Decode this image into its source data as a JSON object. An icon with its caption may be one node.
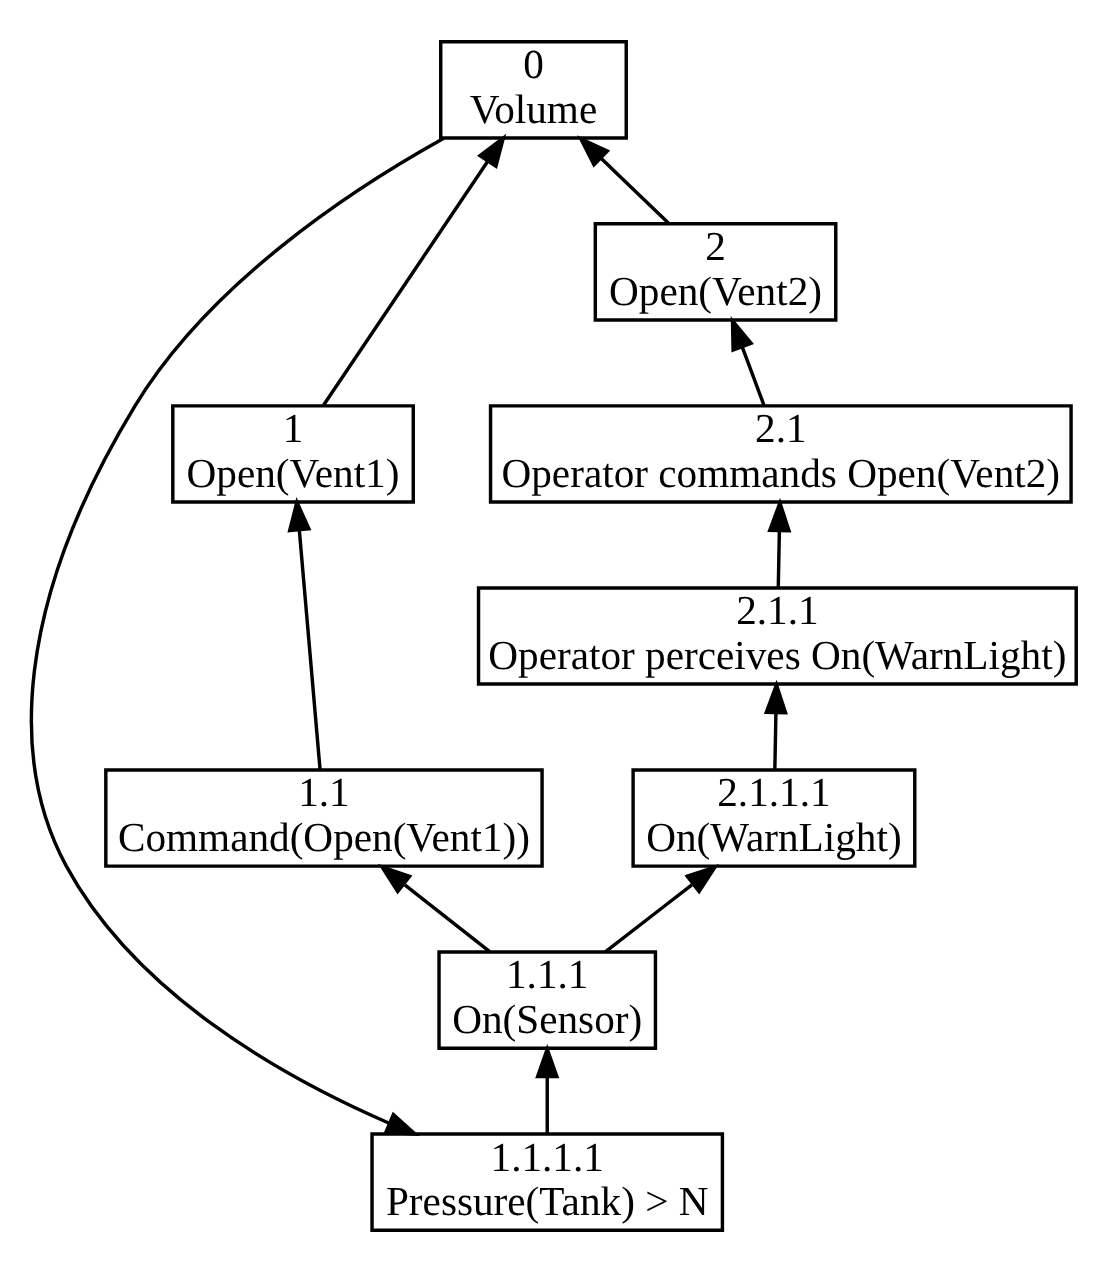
{
  "diagram": {
    "nodes": [
      {
        "text": [
          "0",
          "Volume"
        ]
      },
      {
        "text": [
          "1",
          "Open(Vent1)"
        ]
      },
      {
        "text": [
          "2",
          "Open(Vent2)"
        ]
      },
      {
        "text": [
          "2.1",
          "Operator commands Open(Vent2)"
        ]
      },
      {
        "text": [
          "1.1",
          "Command(Open(Vent1))"
        ]
      },
      {
        "text": [
          "2.1.1",
          "Operator perceives On(WarnLight)"
        ]
      },
      {
        "text": [
          "2.1.1.1",
          "On(WarnLight)"
        ]
      },
      {
        "text": [
          "1.1.1",
          "On(Sensor)"
        ]
      },
      {
        "text": [
          "1.1.1.1",
          "Pressure(Tank) > N"
        ]
      }
    ],
    "edges": [
      {
        "from": 1,
        "to": 0,
        "arrow": "to"
      },
      {
        "from": 2,
        "to": 0,
        "arrow": "to"
      },
      {
        "from": 0,
        "to": 8,
        "arrow": "to"
      },
      {
        "from": 3,
        "to": 2,
        "arrow": "to"
      },
      {
        "from": 4,
        "to": 1,
        "arrow": "to"
      },
      {
        "from": 5,
        "to": 3,
        "arrow": "to"
      },
      {
        "from": 6,
        "to": 5,
        "arrow": "to"
      },
      {
        "from": 7,
        "to": 4,
        "arrow": "to"
      },
      {
        "from": 7,
        "to": 6,
        "arrow": "to"
      },
      {
        "from": 8,
        "to": 7,
        "arrow": "to"
      }
    ]
  }
}
